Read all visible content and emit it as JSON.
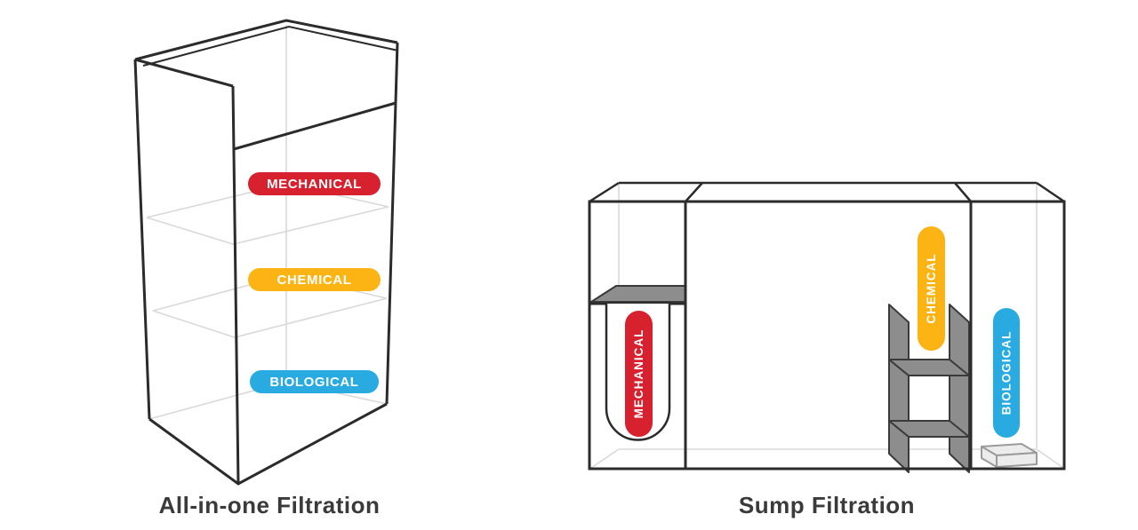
{
  "colors": {
    "mechanical": "#d7212e",
    "chemical": "#fbb414",
    "biological": "#29abe2",
    "caption": "#3a3a3a"
  },
  "aio": {
    "caption": "All-in-one Filtration",
    "labels": {
      "mechanical": "MECHANICAL",
      "chemical": "CHEMICAL",
      "biological": "BIOLOGICAL"
    }
  },
  "sump": {
    "caption": "Sump Filtration",
    "labels": {
      "mechanical": "MECHANICAL",
      "chemical": "CHEMICAL",
      "biological": "BIOLOGICAL"
    }
  }
}
